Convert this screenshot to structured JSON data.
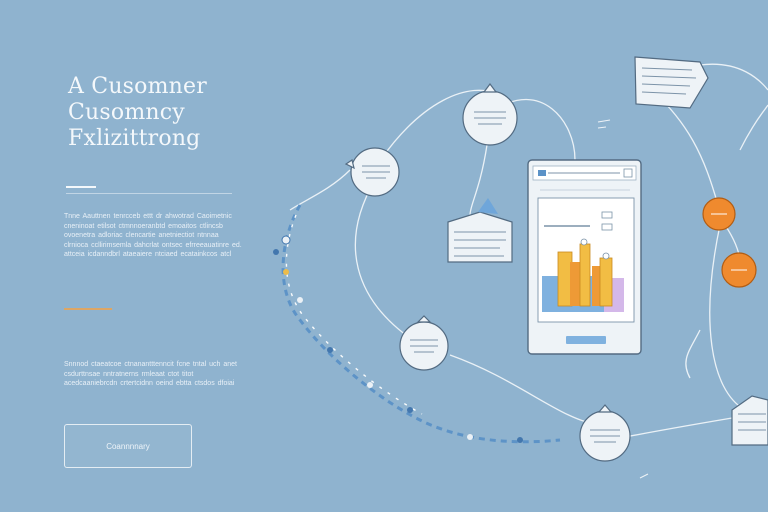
{
  "hero": {
    "headline_lines": [
      "A Cusomner",
      "Cusomncy",
      "Fxlizittrong"
    ],
    "paragraph_1": "Tnne Aauttnen tenrcceb ettt dr ahwotrad Caoimetnic cneninoat etilsot ctmnnoeranbtd emoaitos ctlincsb ovoenetra adloriac clencartie anetniectiot ntnnaa clrnioca ccllirimsemla dahcrlat ontsec efrreeauatinre ed. attceia icdanndbrl ataeaiere ntciaed ecatainkcos atcl",
    "paragraph_2": "Snnnod ctaeatcoe ctnanantttenncit fcne tntal uch anet csdurttnsae nntratnerns rmleaat ctot titot acedcaaniebrcdn crtertcidnn oeind ebtta ctsdos dfoiai",
    "cta_label": "Coannnnary"
  },
  "colors": {
    "background": "#8fb3cf",
    "accent_orange": "#ef8a2e",
    "device_bg": "#eef3f7",
    "chart_yellow": "#f2bd44",
    "chart_orange": "#ee9a36",
    "chart_blue": "#7fb1df",
    "chart_purple": "#c9a6e3"
  },
  "icons": [
    "speech-bubble-icon",
    "document-icon",
    "mobile-device-icon",
    "bar-chart-icon",
    "orange-node-icon",
    "journey-path-icon"
  ]
}
